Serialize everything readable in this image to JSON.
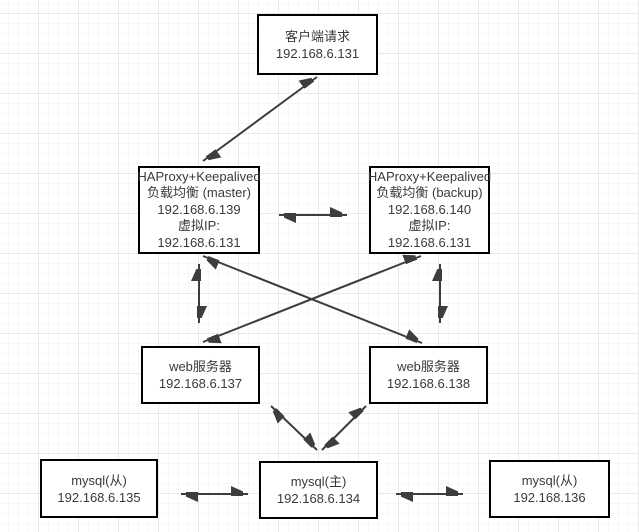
{
  "colors": {
    "background": "#ffffff",
    "grid_major": "#e9e9e9",
    "grid_minor": "#f7f7f7",
    "node_fill": "#ffffff",
    "node_border": "#000000",
    "text": "#3a3a3a",
    "edge": "#3d3d3d"
  },
  "nodes": [
    {
      "id": "client",
      "lines": [
        "客户端请求",
        "192.168.6.131"
      ]
    },
    {
      "id": "haproxy-master",
      "lines": [
        "HAProxy+Keepalived",
        "负载均衡 (master)",
        "192.168.6.139",
        "虚拟IP:",
        "192.168.6.131"
      ]
    },
    {
      "id": "haproxy-backup",
      "lines": [
        "HAProxy+Keepalived",
        "负载均衡 (backup)",
        "192.168.6.140",
        "虚拟IP:",
        "192.168.6.131"
      ]
    },
    {
      "id": "web-server-1",
      "lines": [
        "web服务器",
        "192.168.6.137"
      ]
    },
    {
      "id": "web-server-2",
      "lines": [
        "web服务器",
        "192.168.6.138"
      ]
    },
    {
      "id": "mysql-slave-1",
      "lines": [
        "mysql(从)",
        "192.168.6.135"
      ]
    },
    {
      "id": "mysql-master",
      "lines": [
        "mysql(主)",
        "192.168.6.134"
      ]
    },
    {
      "id": "mysql-slave-2",
      "lines": [
        "mysql(从)",
        "192.168.136"
      ]
    }
  ],
  "edges": [
    {
      "from": "client",
      "to": "haproxy-master",
      "bidirectional": true
    },
    {
      "from": "haproxy-master",
      "to": "haproxy-backup",
      "bidirectional": true
    },
    {
      "from": "haproxy-master",
      "to": "web-server-1",
      "bidirectional": true
    },
    {
      "from": "haproxy-backup",
      "to": "web-server-2",
      "bidirectional": true
    },
    {
      "from": "haproxy-master",
      "to": "web-server-2",
      "bidirectional": true
    },
    {
      "from": "haproxy-backup",
      "to": "web-server-1",
      "bidirectional": true
    },
    {
      "from": "web-server-1",
      "to": "mysql-master",
      "bidirectional": true
    },
    {
      "from": "web-server-2",
      "to": "mysql-master",
      "bidirectional": true
    },
    {
      "from": "mysql-slave-1",
      "to": "mysql-master",
      "bidirectional": true
    },
    {
      "from": "mysql-master",
      "to": "mysql-slave-2",
      "bidirectional": true
    }
  ]
}
